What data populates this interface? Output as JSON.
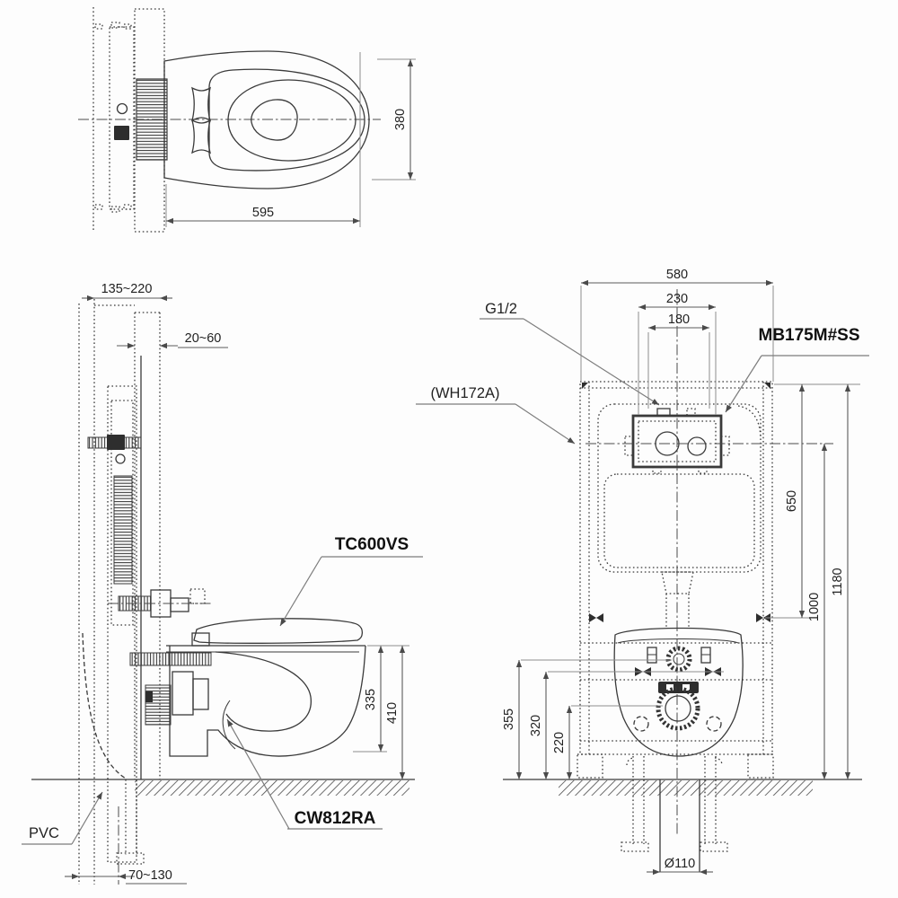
{
  "labels": {
    "seat_model": "TC600VS",
    "bowl_model": "CW812RA",
    "pipe_material": "PVC",
    "frame_model": "(WH172A)",
    "plate_model": "MB175M#SS",
    "supply_thread": "G1/2"
  },
  "top_view": {
    "width": "380",
    "depth": "595"
  },
  "side_view": {
    "wall_depth": "135~220",
    "finish_thickness": "20~60",
    "rim_to_bowl_bottom": "335",
    "rim_height": "410",
    "drain_offset": "70~130"
  },
  "front_view": {
    "frame_width": "580",
    "plate_opening": "230",
    "plate_inner": "180",
    "h650": "650",
    "h1000": "1000",
    "h1180": "1180",
    "h355": "355",
    "h320": "320",
    "h220": "220",
    "drain_diameter": "Ø110"
  }
}
